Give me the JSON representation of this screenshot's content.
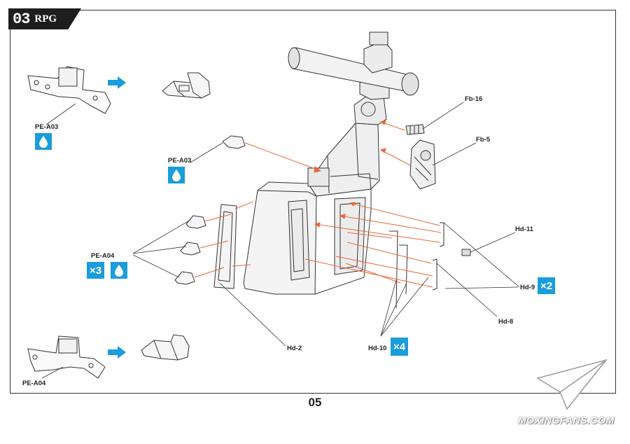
{
  "header": {
    "step_number": "03",
    "brand": "RPG"
  },
  "labels": {
    "pe_a03_top": "PE-A03",
    "pe_a03_mid": "PE-A03",
    "pe_a04_mid": "PE-A04",
    "pe_a04_bottom": "PE-A04",
    "fb16": "Fb-16",
    "fb5": "Fb-5",
    "hd11": "Hd-11",
    "hd9": "Hd-9",
    "hd8": "Hd-8",
    "hd2": "Hd-2",
    "hd10": "Hd-10"
  },
  "multipliers": {
    "pe_a04": "×3",
    "hd9": "×2",
    "hd10": "×4"
  },
  "icons": {
    "glue": "glue-drop-icon",
    "arrow": "blue-arrow-icon"
  },
  "colors": {
    "accent_blue": "#1a9ddb",
    "leader_orange": "#e8683a",
    "ink": "#222222"
  },
  "footer": {
    "page_number": "05",
    "watermark": "MOXINGFANS.COM"
  }
}
